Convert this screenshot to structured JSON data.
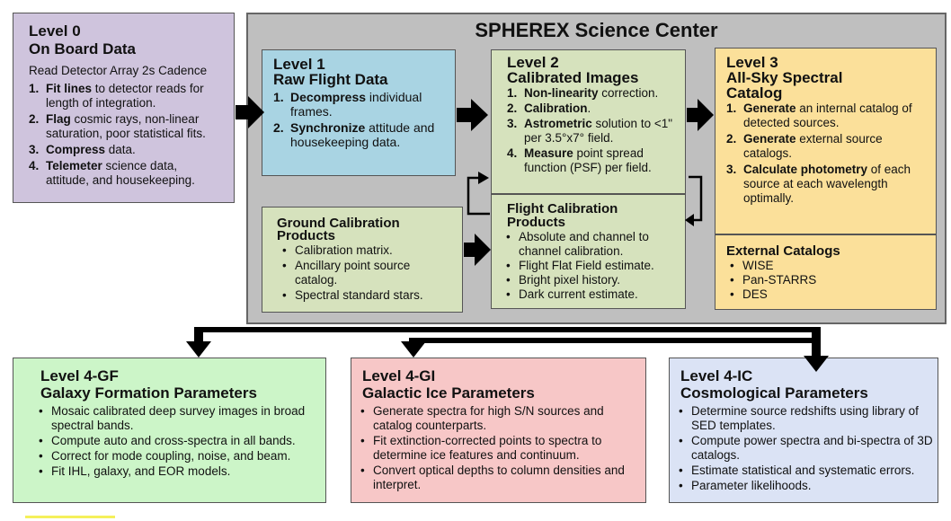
{
  "level0": {
    "title1": "Level 0",
    "title2": "On Board Data",
    "subtitle": "Read Detector Array 2s Cadence",
    "items": [
      {
        "num": "1.",
        "kw": "Fit lines",
        "rest": " to detector reads for length of integration."
      },
      {
        "num": "2.",
        "kw": "Flag",
        "rest": " cosmic rays, non-linear saturation, poor statistical fits."
      },
      {
        "num": "3.",
        "kw": "Compress",
        "rest": " data."
      },
      {
        "num": "4.",
        "kw": "Telemeter",
        "rest": " science data, attitude, and housekeeping."
      }
    ]
  },
  "science_center": {
    "title": "SPHEREX Science Center"
  },
  "level1": {
    "title1": "Level 1",
    "title2": "Raw Flight Data",
    "items": [
      {
        "num": "1.",
        "kw": "Decompress",
        "rest": " individual frames."
      },
      {
        "num": "2.",
        "kw": "Synchronize",
        "rest": " attitude and housekeeping data."
      }
    ]
  },
  "level2": {
    "title1": "Level 2",
    "title2": "Calibrated Images",
    "items": [
      {
        "num": "1.",
        "kw": "Non-linearity",
        "rest": " correction."
      },
      {
        "num": "2.",
        "kw": "Calibration",
        "rest": "."
      },
      {
        "num": "3.",
        "kw": "Astrometric",
        "rest": " solution to <1\" per 3.5°x7° field."
      },
      {
        "num": "4.",
        "kw": "Measure",
        "rest": " point spread function (PSF) per field."
      }
    ]
  },
  "level3": {
    "title1": "Level 3",
    "title2": "All-Sky Spectral",
    "title3": "Catalog",
    "items": [
      {
        "num": "1.",
        "kw": "Generate",
        "rest": " an internal catalog of detected sources."
      },
      {
        "num": "2.",
        "kw": "Generate",
        "rest": " external source catalogs."
      },
      {
        "num": "3.",
        "kw": "Calculate photometry",
        "rest": " of each source at each wavelength optimally."
      }
    ]
  },
  "external": {
    "title": "External Catalogs",
    "items": [
      "WISE",
      "Pan-STARRS",
      "DES"
    ]
  },
  "ground_cal": {
    "title1": "Ground Calibration",
    "title2": "Products",
    "items": [
      "Calibration matrix.",
      "Ancillary point source catalog.",
      "Spectral standard stars."
    ]
  },
  "flight_cal": {
    "title1": "Flight Calibration",
    "title2": "Products",
    "items": [
      "Absolute and channel to channel calibration.",
      "Flight Flat Field estimate.",
      "Bright pixel history.",
      "Dark current estimate."
    ]
  },
  "level4gf": {
    "title1": "Level 4-GF",
    "title2": "Galaxy Formation Parameters",
    "items": [
      "Mosaic calibrated deep survey images in broad spectral bands.",
      "Compute auto and cross-spectra in all bands.",
      "Correct for mode coupling, noise, and beam.",
      "Fit IHL, galaxy, and EOR models."
    ]
  },
  "level4gi": {
    "title1": "Level 4-GI",
    "title2": "Galactic Ice Parameters",
    "items": [
      "Generate spectra for high S/N sources and catalog counterparts.",
      "Fit extinction-corrected points to spectra to determine ice features and continuum.",
      "Convert optical depths to column densities and interpret."
    ]
  },
  "level4ic": {
    "title1": "Level 4-IC",
    "title2": "Cosmological Parameters",
    "items": [
      "Determine source redshifts using library of SED templates.",
      "Compute power spectra and bi-spectra of 3D catalogs.",
      "Estimate statistical and systematic errors.",
      "Parameter likelihoods."
    ]
  },
  "colors": {
    "level0": "#cfc4dd",
    "level1": "#a9d4e3",
    "level2": "#d6e2bd",
    "level3": "#fbe09a",
    "level4gf": "#ccf5c8",
    "level4gi": "#f7c7c7",
    "level4ic": "#dbe3f5",
    "center": "#bfbfbf"
  }
}
